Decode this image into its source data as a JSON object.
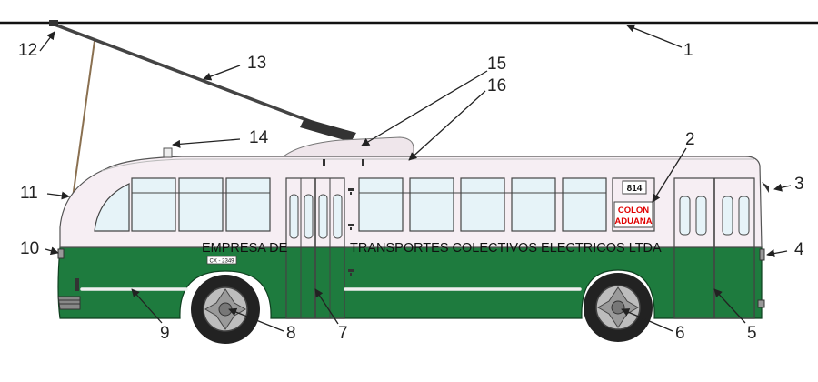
{
  "bus": {
    "fleet_number": "814",
    "destination_sign_number": "814",
    "route_line1": "COLON",
    "route_line2": "ADUANA",
    "livery_left": "EMPRESA DE",
    "livery_right": "TRANSPORTES COLECTIVOS ELECTRICOS LTDA",
    "license_plate": "CX - 2349"
  },
  "callouts": [
    {
      "num": "1"
    },
    {
      "num": "2"
    },
    {
      "num": "3"
    },
    {
      "num": "4"
    },
    {
      "num": "5"
    },
    {
      "num": "6"
    },
    {
      "num": "7"
    },
    {
      "num": "8"
    },
    {
      "num": "9"
    },
    {
      "num": "10"
    },
    {
      "num": "11"
    },
    {
      "num": "12"
    },
    {
      "num": "13"
    },
    {
      "num": "14"
    },
    {
      "num": "15"
    },
    {
      "num": "16"
    }
  ],
  "colors": {
    "green": "#1e7b3e",
    "cream": "#f6eef3",
    "roof": "#ece2e8",
    "glass": "#e6f3f8",
    "route_red": "#e00000"
  }
}
